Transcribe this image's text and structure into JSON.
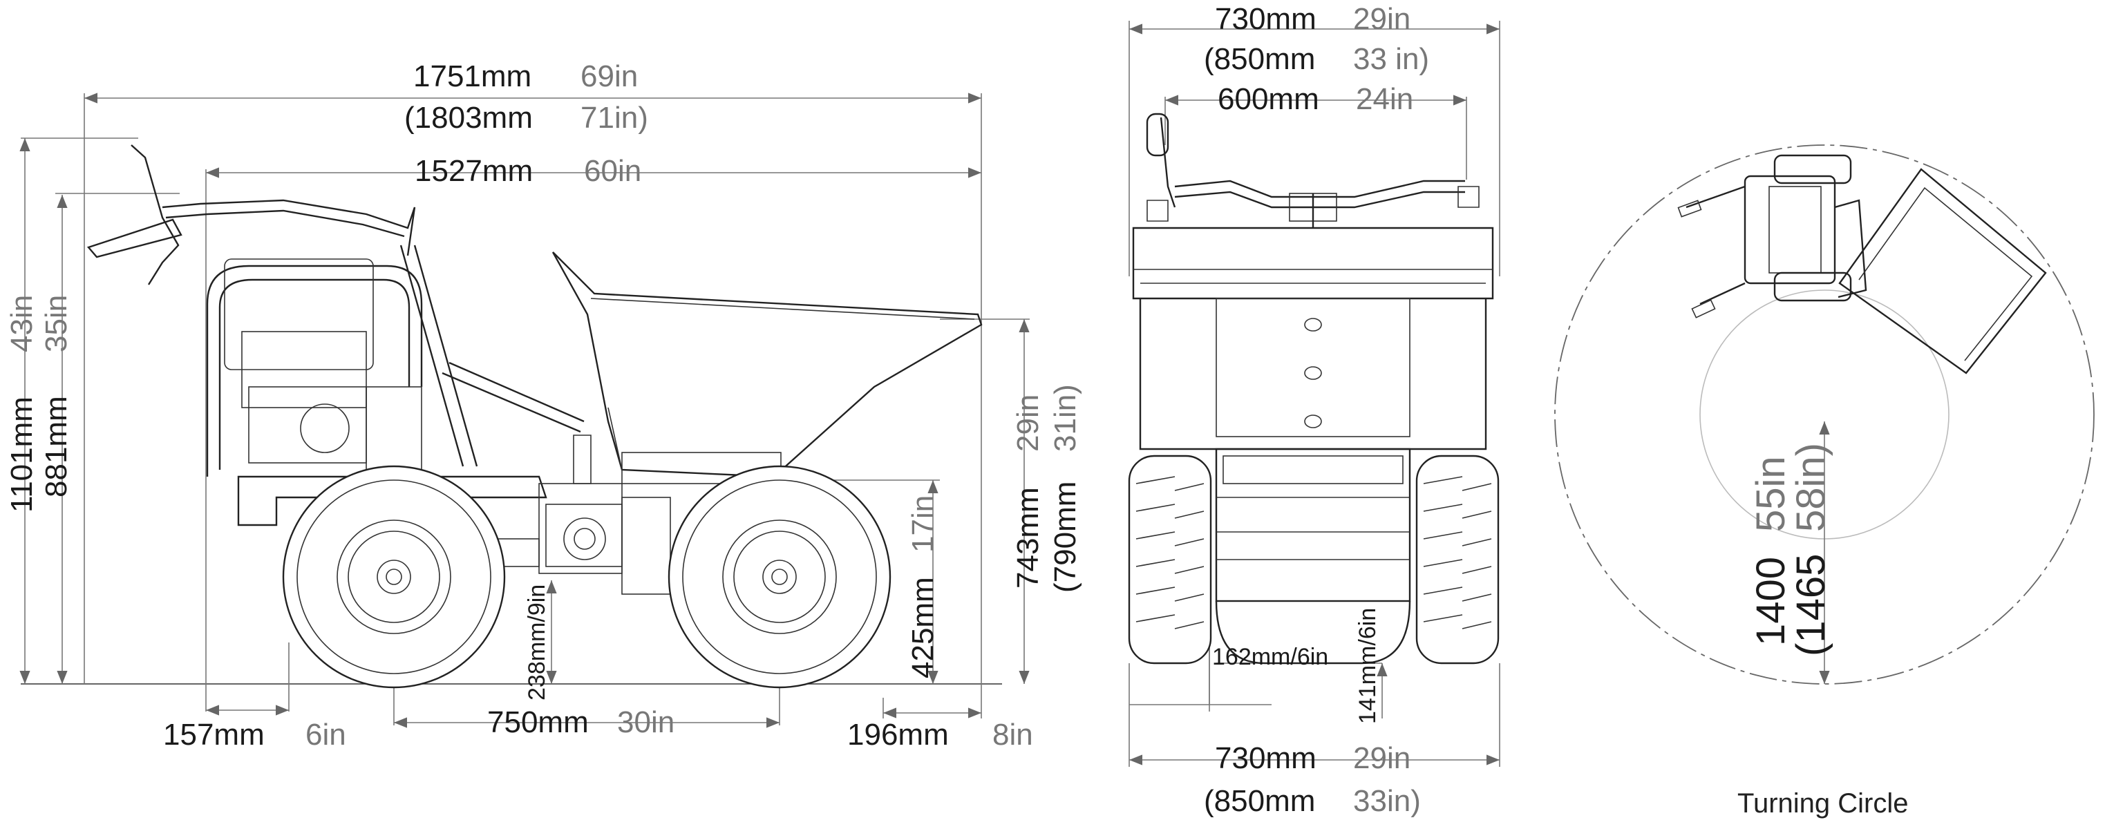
{
  "side_view": {
    "overall_length": {
      "mm": "1751mm",
      "in": "69in"
    },
    "overall_length_alt": {
      "mm": "(1803mm",
      "in": "71in)"
    },
    "body_length": {
      "mm": "1527mm",
      "in": "60in"
    },
    "front_overhang": {
      "mm": "157mm",
      "in": "6in"
    },
    "wheelbase": {
      "mm": "750mm",
      "in": "30in"
    },
    "rear_overhang": {
      "mm": "196mm",
      "in": "8in"
    },
    "handle_height": {
      "mm": "1101mm",
      "in": "43in"
    },
    "frame_height": {
      "mm": "881mm",
      "in": "35in"
    },
    "skip_height": {
      "mm": "743mm",
      "in": "29in"
    },
    "skip_height_alt": {
      "mm": "(790mm",
      "in": "31in)"
    },
    "tip_height": {
      "mm": "425mm",
      "in": "17in"
    },
    "ground_clearance": {
      "label": "238mm/9in"
    }
  },
  "front_view": {
    "skip_width": {
      "mm": "730mm",
      "in": "29in"
    },
    "skip_width_alt": {
      "mm": "(850mm",
      "in": "33 in)"
    },
    "handle_width": {
      "mm": "600mm",
      "in": "24in"
    },
    "tire_width": {
      "label": "162mm/6in"
    },
    "underbody_clearance": {
      "label": "141mm/6in"
    },
    "track_width": {
      "mm": "730mm",
      "in": "29in"
    },
    "track_width_alt": {
      "mm": "(850mm",
      "in": "33in)"
    }
  },
  "turning_circle": {
    "diameter": {
      "mm": "1400",
      "in": "55in"
    },
    "diameter_alt": {
      "mm": "(1465",
      "in": "58in)"
    },
    "caption": "Turning Circle"
  }
}
